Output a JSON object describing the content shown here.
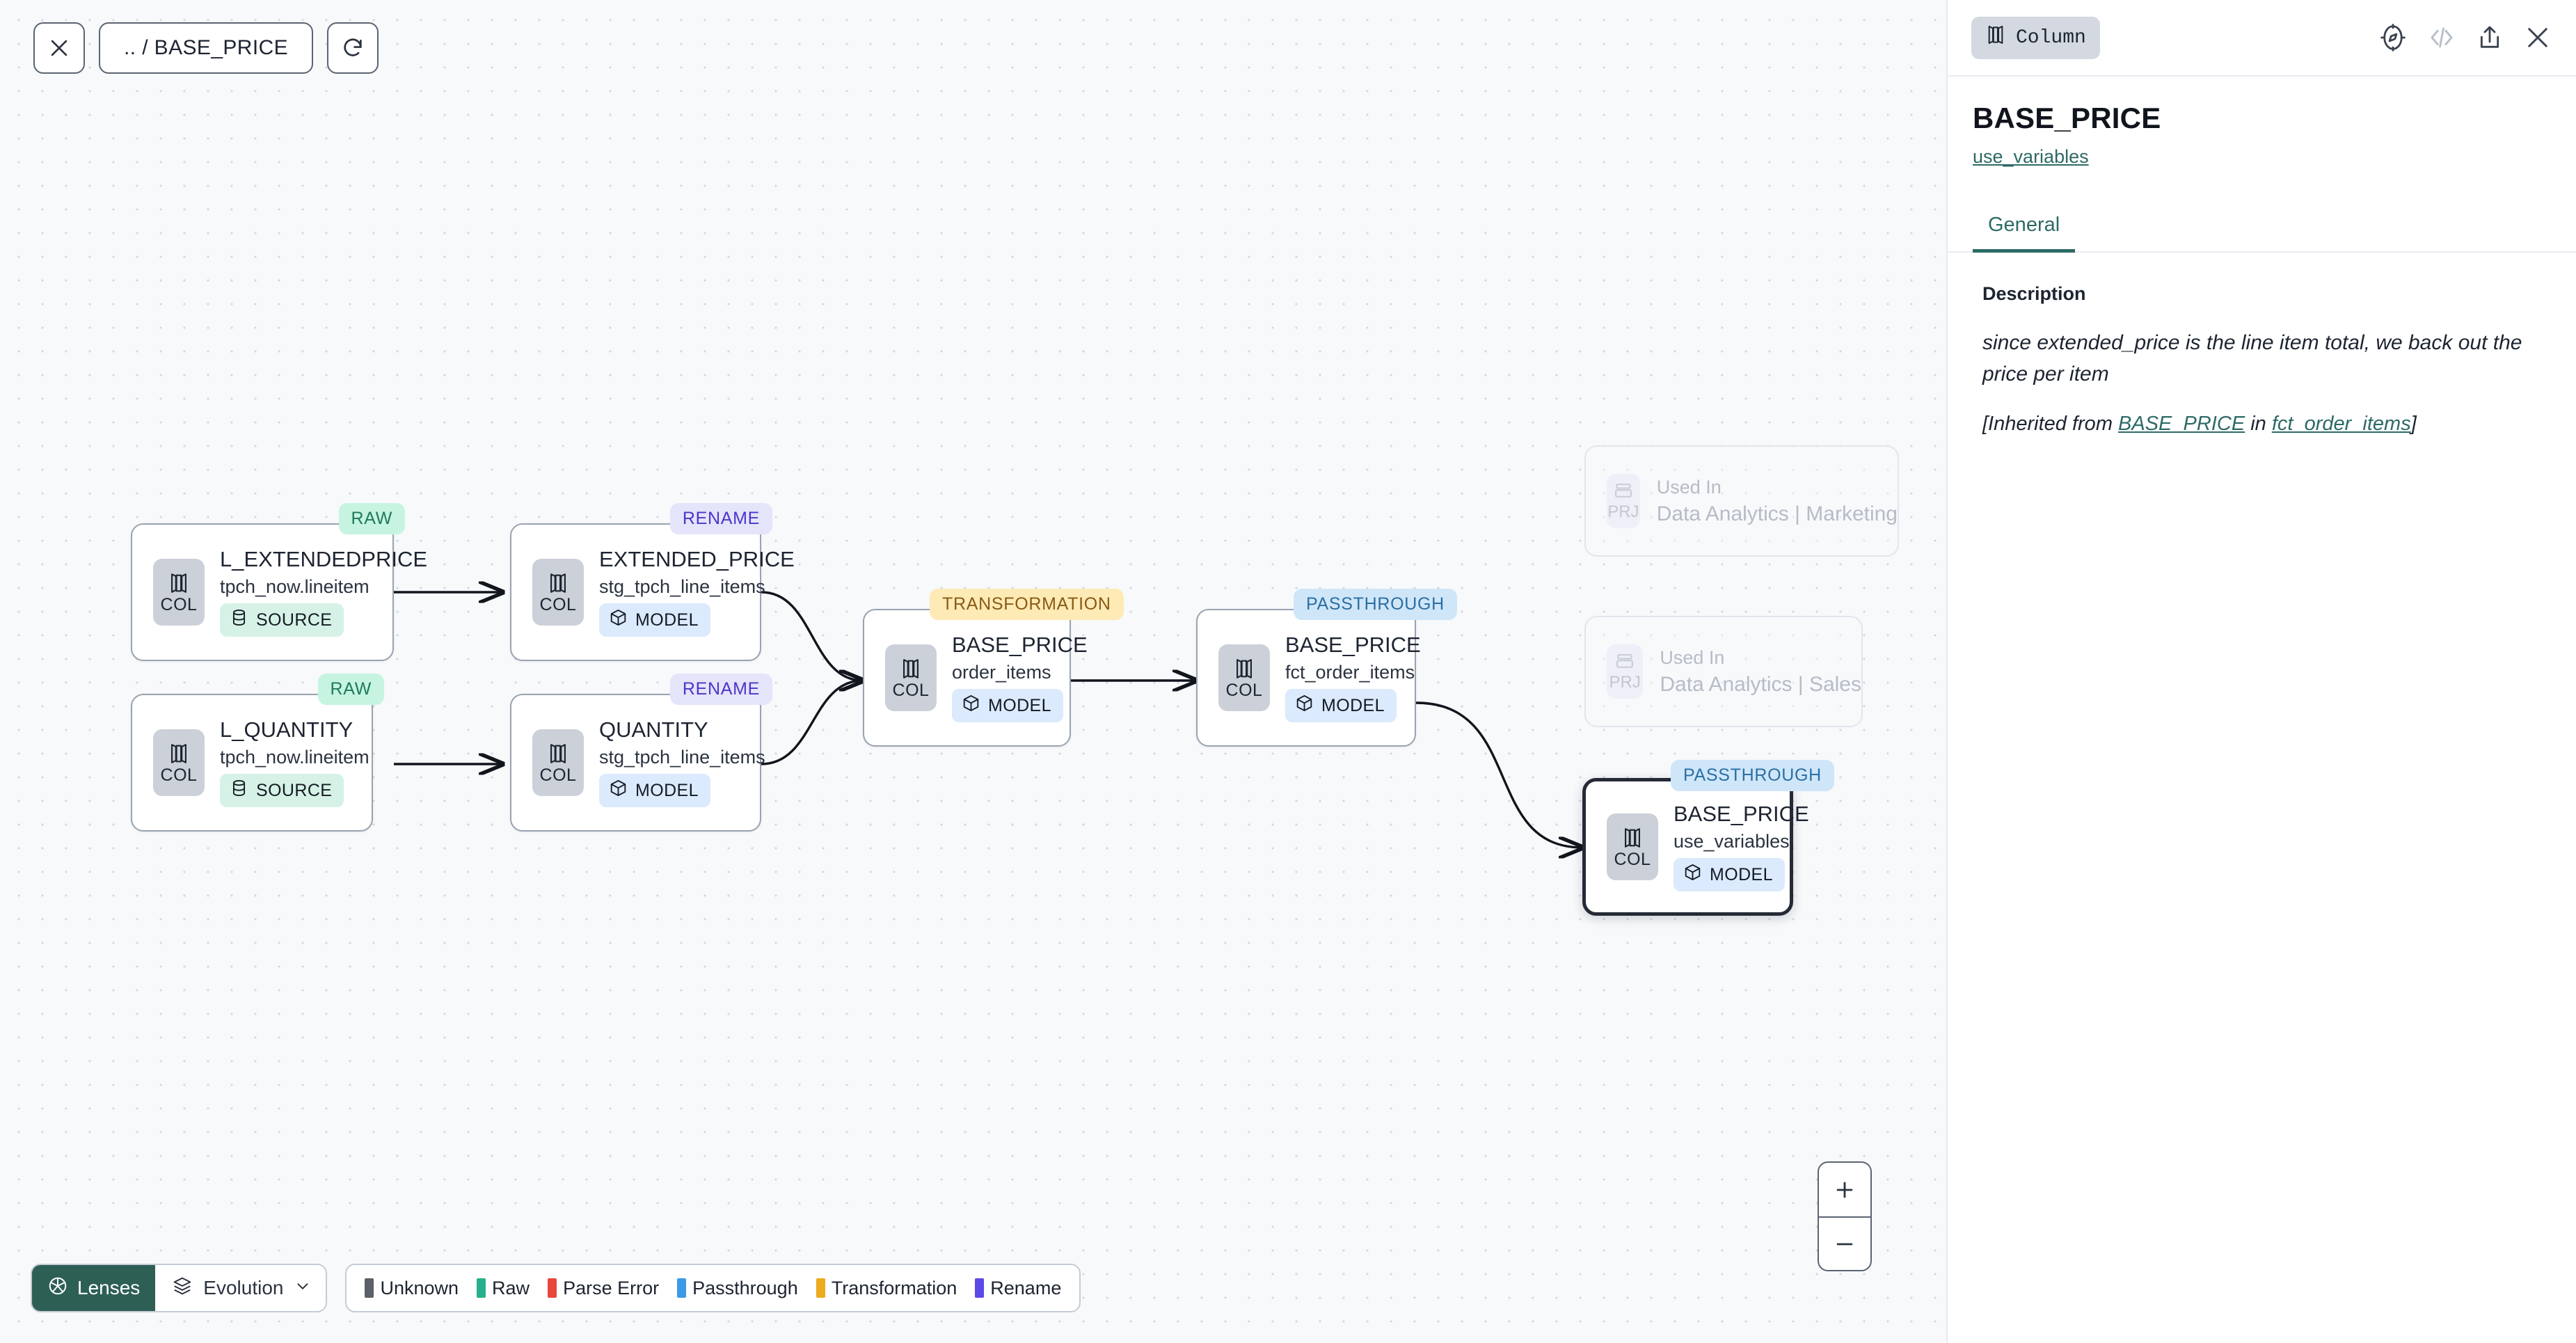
{
  "toolbar_top": {
    "close_icon": "close-icon",
    "breadcrumb": ".. / BASE_PRICE",
    "refresh_icon": "refresh-icon"
  },
  "graph": {
    "nodes": [
      {
        "id": "l_extendedprice",
        "tag": "RAW",
        "tag_kind": "raw",
        "chip": "COL",
        "title": "L_EXTENDEDPRICE",
        "subtitle": "tpch_now.lineitem",
        "badge": "SOURCE",
        "badge_kind": "source",
        "selected": false
      },
      {
        "id": "l_quantity",
        "tag": "RAW",
        "tag_kind": "raw",
        "chip": "COL",
        "title": "L_QUANTITY",
        "subtitle": "tpch_now.lineitem",
        "badge": "SOURCE",
        "badge_kind": "source",
        "selected": false
      },
      {
        "id": "extended_price",
        "tag": "RENAME",
        "tag_kind": "rename",
        "chip": "COL",
        "title": "EXTENDED_PRICE",
        "subtitle": "stg_tpch_line_items",
        "badge": "MODEL",
        "badge_kind": "model",
        "selected": false
      },
      {
        "id": "quantity",
        "tag": "RENAME",
        "tag_kind": "rename",
        "chip": "COL",
        "title": "QUANTITY",
        "subtitle": "stg_tpch_line_items",
        "badge": "MODEL",
        "badge_kind": "model",
        "selected": false
      },
      {
        "id": "base_price_order_items",
        "tag": "TRANSFORMATION",
        "tag_kind": "transformation",
        "chip": "COL",
        "title": "BASE_PRICE",
        "subtitle": "order_items",
        "badge": "MODEL",
        "badge_kind": "model",
        "selected": false
      },
      {
        "id": "base_price_fct_order_items",
        "tag": "PASSTHROUGH",
        "tag_kind": "passthrough",
        "chip": "COL",
        "title": "BASE_PRICE",
        "subtitle": "fct_order_items",
        "badge": "MODEL",
        "badge_kind": "model",
        "selected": false
      },
      {
        "id": "base_price_use_variables",
        "tag": "PASSTHROUGH",
        "tag_kind": "passthrough",
        "chip": "COL",
        "title": "BASE_PRICE",
        "subtitle": "use_variables",
        "badge": "MODEL",
        "badge_kind": "model",
        "selected": true
      }
    ],
    "ghost_cards": [
      {
        "id": "used_in_marketing",
        "chip": "PRJ",
        "kicker": "Used In",
        "title": "Data Analytics | Marketing"
      },
      {
        "id": "used_in_sales",
        "chip": "PRJ",
        "kicker": "Used In",
        "title": "Data Analytics | Sales"
      }
    ]
  },
  "bottom_toolbar": {
    "lenses_label": "Lenses",
    "lenses_icon": "aperture-icon",
    "evolution_label": "Evolution",
    "evolution_icon": "layers-icon",
    "chevron_icon": "chevron-down-icon",
    "legend": [
      {
        "label": "Unknown",
        "color": "#5c6069"
      },
      {
        "label": "Raw",
        "color": "#27b08b"
      },
      {
        "label": "Parse Error",
        "color": "#e8463c"
      },
      {
        "label": "Passthrough",
        "color": "#3c9ae8"
      },
      {
        "label": "Transformation",
        "color": "#edab1e"
      },
      {
        "label": "Rename",
        "color": "#5b4ae8"
      }
    ]
  },
  "zoom_controls": {
    "zoom_in": "+",
    "zoom_out": "−"
  },
  "panel": {
    "type_badge": "Column",
    "type_icon": "column-icon",
    "actions": [
      {
        "name": "explore-icon"
      },
      {
        "name": "code-icon"
      },
      {
        "name": "share-icon"
      },
      {
        "name": "close-icon"
      }
    ],
    "title": "BASE_PRICE",
    "model_link": "use_variables",
    "tabs": [
      {
        "label": "General",
        "active": true
      }
    ],
    "description": {
      "label": "Description",
      "text": "since extended_price is the line item total, we back out the price per item",
      "inherited_prefix": "[Inherited from ",
      "inherited_link_1": "BASE_PRICE",
      "inherited_middle": " in ",
      "inherited_link_2": "fct_order_items",
      "inherited_suffix": "]"
    }
  },
  "colors": {
    "accent_teal": "#2d6a66",
    "lenses_bg": "#2d5f55",
    "canvas_bg": "#f7f9fb",
    "selected_border": "#252a36"
  }
}
